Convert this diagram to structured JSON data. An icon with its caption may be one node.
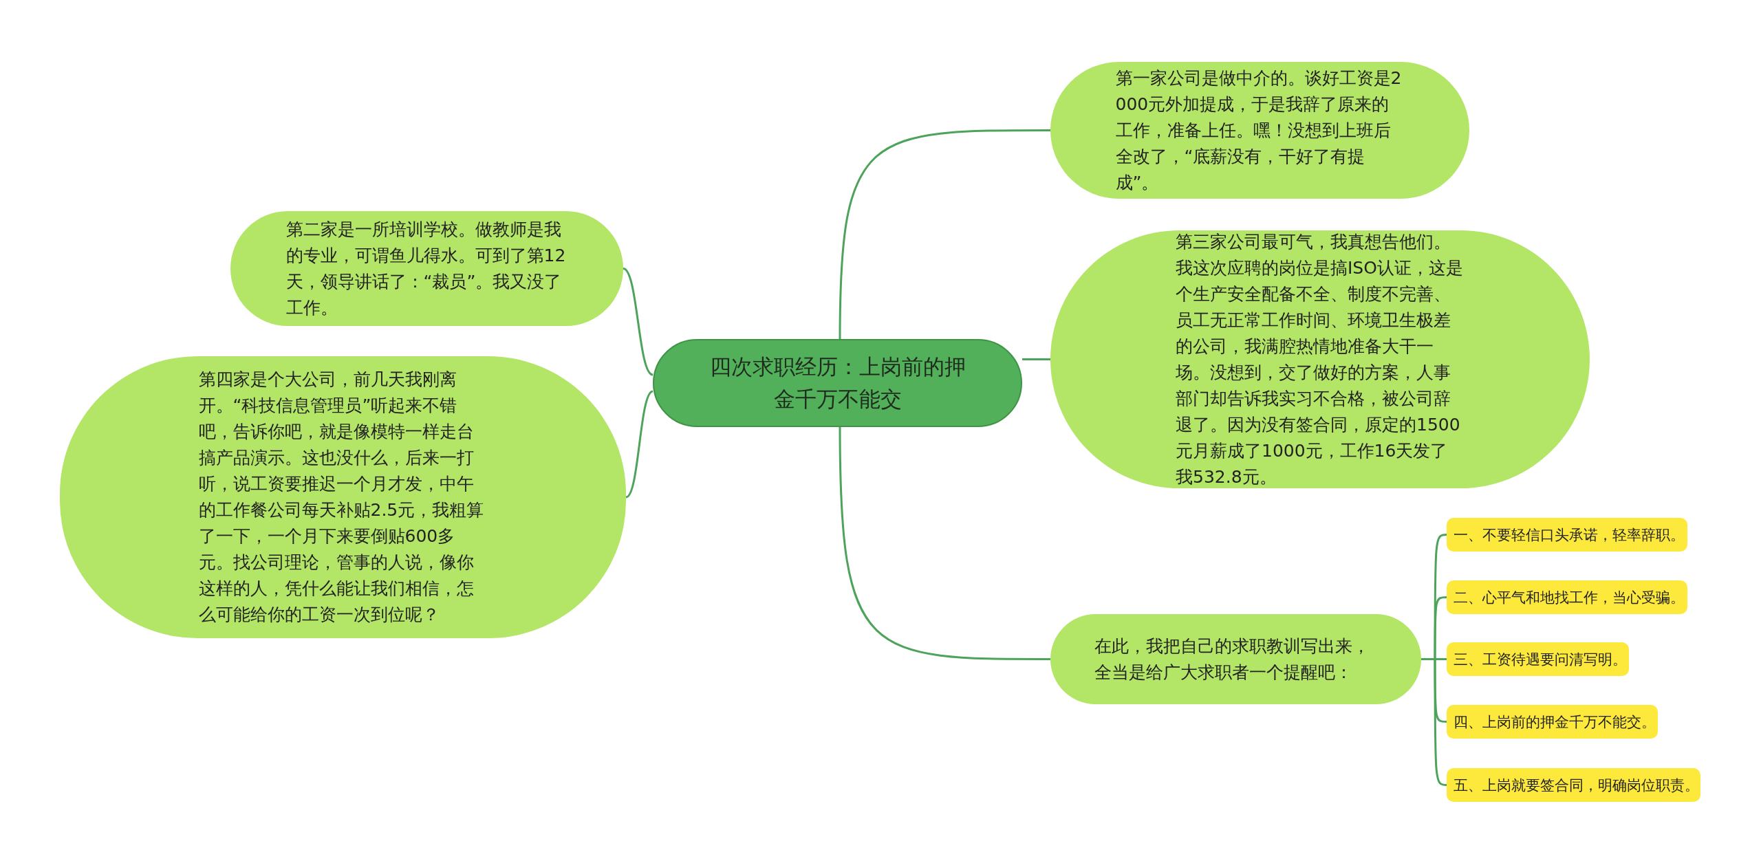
{
  "diagram": {
    "nodes": [
      {
        "text": [
          "四次求职经历：上岗前的押金千万不能交"
        ]
      },
      {
        "text": [
          "第一家公司是做中介的。谈好工资是2000元外加提成，于是我辞了原来的工作，准备上任。嘿！没想到上班后全改了，“底薪没有，干好了有提成”。"
        ]
      },
      {
        "text": [
          "第二家是一所培训学校。做教师是我的专业，可谓鱼儿得水。可到了第12天，领导讲话了：“裁员”。我又没了工作。"
        ]
      },
      {
        "text": [
          "第三家公司最可气，我真想告他们。我这次应聘的岗位是搞ISO认证，这是个生产安全配备不全、制度不完善、员工无正常工作时间、环境卫生极差的公司，我满腔热情地准备大干一场。没想到，交了做好的方案，人事部门却告诉我实习不合格，被公司辞退了。因为没有签合同，原定的1500元月薪成了1000元，工作16天发了我532.8元。"
        ]
      },
      {
        "text": [
          "第四家是个大公司，前几天我刚离开。“科技信息管理员”听起来不错吧，告诉你吧，就是像模特一样走台搞产品演示。这也没什么，后来一打听，说工资要推迟一个月才发，中午的工作餐公司每天补贴2.5元，我粗算了一下，一个月下来要倒贴600多元。找公司理论，管事的人说，像你这样的人，凭什么能让我们相信，怎么可能给你的工资一次到位呢？"
        ]
      },
      {
        "text": [
          "在此，我把自己的求职教训写出来，全当是给广大求职者一个提醒吧："
        ]
      },
      {
        "text": [
          "一、不要轻信口头承诺，轻率辞职。"
        ]
      },
      {
        "text": [
          "二、心平气和地找工作，当心受骗。"
        ]
      },
      {
        "text": [
          "三、工资待遇要问清写明。"
        ]
      },
      {
        "text": [
          "四、上岗前的押金千万不能交。"
        ]
      },
      {
        "text": [
          "五、上岗就要签合同，明确岗位职责。"
        ]
      }
    ],
    "edges": [
      {
        "from": 0,
        "to": 1,
        "arrow": "none"
      },
      {
        "from": 0,
        "to": 2,
        "arrow": "none"
      },
      {
        "from": 0,
        "to": 3,
        "arrow": "none"
      },
      {
        "from": 0,
        "to": 4,
        "arrow": "none"
      },
      {
        "from": 0,
        "to": 5,
        "arrow": "none"
      },
      {
        "from": 5,
        "to": 6,
        "arrow": "none"
      },
      {
        "from": 5,
        "to": 7,
        "arrow": "none"
      },
      {
        "from": 5,
        "to": 8,
        "arrow": "none"
      },
      {
        "from": 5,
        "to": 9,
        "arrow": "none"
      },
      {
        "from": 5,
        "to": 10,
        "arrow": "none"
      }
    ]
  }
}
